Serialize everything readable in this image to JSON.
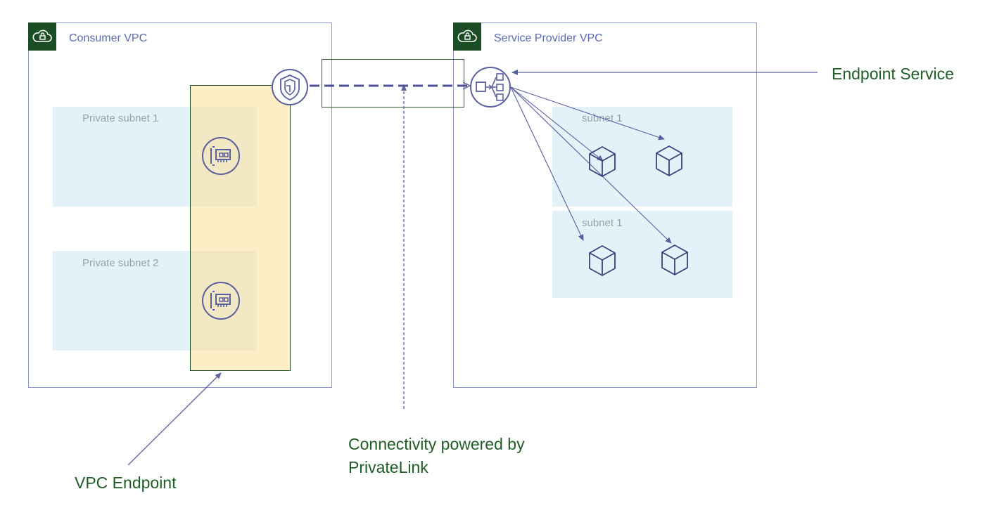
{
  "consumer_vpc": {
    "title": "Consumer VPC",
    "subnets": [
      {
        "label": "Private subnet 1"
      },
      {
        "label": "Private subnet 2"
      }
    ]
  },
  "provider_vpc": {
    "title": "Service Provider VPC",
    "subnets": [
      {
        "label": "subnet 1"
      },
      {
        "label": "subnet 1"
      }
    ]
  },
  "callouts": {
    "endpoint_service": "Endpoint Service",
    "privatelink_line1": "Connectivity powered by",
    "privatelink_line2": "PrivateLink",
    "vpc_endpoint": "VPC Endpoint"
  },
  "icons": {
    "vpc_badge": "cloud-lock-icon",
    "endpoint": "shield-endpoint-icon",
    "nic": "network-interface-icon",
    "load_balancer": "load-balancer-icon",
    "instance": "cube-instance-icon"
  },
  "colors": {
    "vpc_border": "#8c96cc",
    "vpc_badge": "#1b4e24",
    "subnet_fill": "#e3f1f8",
    "endpoint_band": "#fce2a0",
    "icon_stroke": "#5a5f9e",
    "callout_text": "#1f5d26"
  }
}
